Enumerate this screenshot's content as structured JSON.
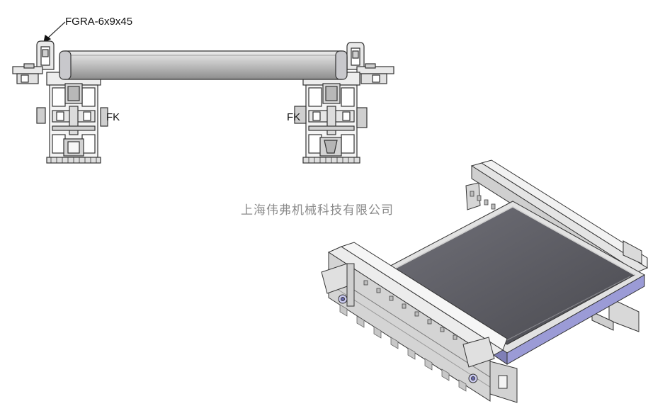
{
  "labels": {
    "part_number": "FGRA-6x9x45",
    "fk_left": "FK",
    "fk_right": "FK"
  },
  "watermark": "上海伟弗机械科技有限公司",
  "colors": {
    "line": "#333333",
    "steel": "#d9d9d9",
    "steel_dark": "#9a9a9a",
    "tray": "#5f5f66",
    "tray_dark": "#44444a",
    "belt_edge": "#9b9bd6",
    "background": "#ffffff"
  }
}
